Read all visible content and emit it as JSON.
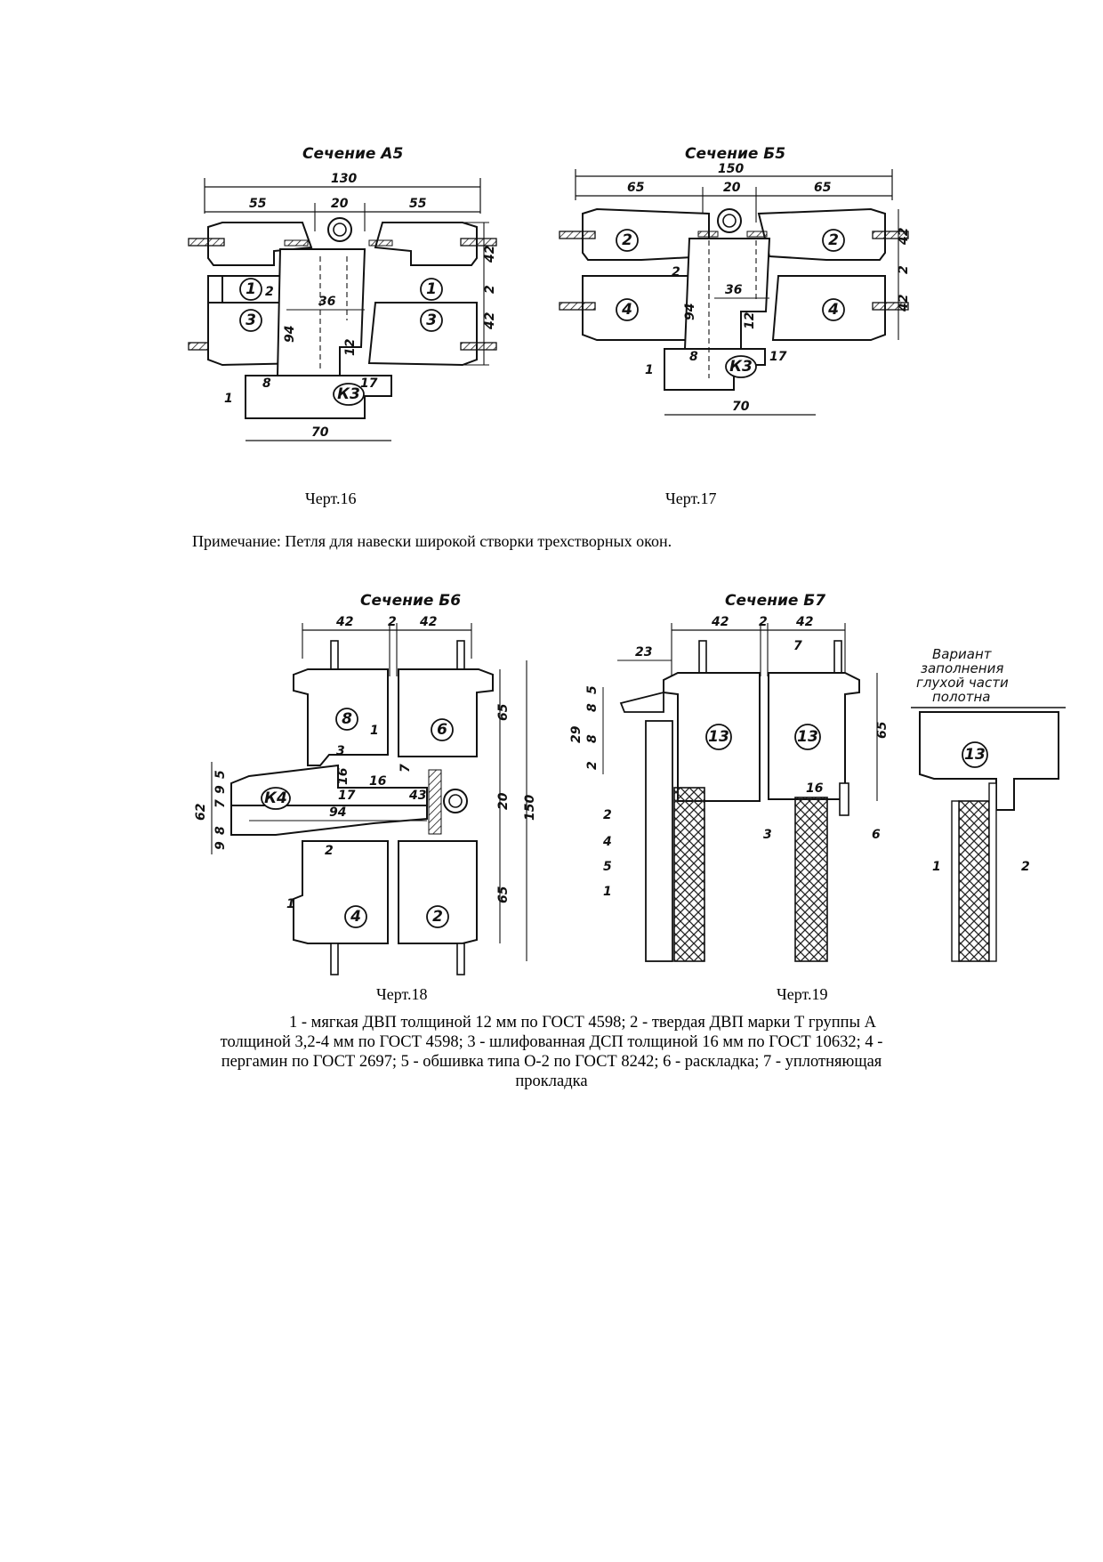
{
  "drawings": [
    {
      "title": "Сечение А5",
      "caption": "Черт.16",
      "dims": {
        "overall": "130",
        "left": "55",
        "mid": "20",
        "right": "55",
        "h_top": "42",
        "gap": "2",
        "h_bot": "42",
        "hinge": "36",
        "depth": "94",
        "small_gap": "2",
        "step": "12",
        "shoulder": "17",
        "lip": "8",
        "base": "70"
      },
      "callouts": [
        "1",
        "2",
        "3",
        "К3"
      ]
    },
    {
      "title": "Сечение Б5",
      "caption": "Черт.17",
      "dims": {
        "overall": "150",
        "left": "65",
        "mid": "20",
        "right": "65",
        "h_top": "42",
        "gap": "2",
        "h_bot": "42",
        "hinge": "36",
        "depth": "94",
        "small_gap": "2",
        "step": "12",
        "shoulder": "17",
        "lip": "8",
        "base": "70"
      },
      "callouts": [
        "1",
        "2",
        "4",
        "К3"
      ]
    },
    {
      "title": "Сечение Б6",
      "caption": "Черт.18",
      "dims": {
        "left": "42",
        "mid": "2",
        "right": "42",
        "h_top": "65",
        "h_mid": "20",
        "h_bot": "65",
        "h_total": "150",
        "side": "62",
        "a": "5",
        "b": "9",
        "c": "7",
        "d": "9",
        "e": "8",
        "inner16a": "16",
        "inner16b": "16",
        "inner17": "17",
        "inner43": "43",
        "inner94": "94",
        "inner3": "3",
        "inner1": "1",
        "inner7": "7"
      },
      "callouts": [
        "1",
        "2",
        "4",
        "6",
        "8",
        "К4"
      ]
    },
    {
      "title": "Сечение Б7",
      "caption": "Черт.19",
      "variant_note": [
        "Вариант",
        "заполнения",
        "глухой части",
        "полотна"
      ],
      "dims": {
        "left": "42",
        "mid": "2",
        "right": "42",
        "offset": "23",
        "top7": "7",
        "h65": "65",
        "a": "5",
        "b": "8",
        "c": "29",
        "d": "8",
        "e": "2",
        "w16": "16"
      },
      "callouts": [
        "1",
        "2",
        "3",
        "4",
        "5",
        "6",
        "13"
      ]
    }
  ],
  "note": "Примечание: Петля для навески широкой створки трехстворных окон.",
  "legend": [
    "1 - мягкая ДВП толщиной 12 мм по ГОСТ 4598; 2 - твердая ДВП марки Т группы А",
    "толщиной 3,2-4 мм по ГОСТ 4598; 3 - шлифованная ДСП толщиной 16 мм по ГОСТ 10632; 4 -",
    "пергамин по ГОСТ 2697; 5 - обшивка типа О-2 по ГОСТ 8242; 6 - раскладка; 7 - уплотняющая",
    "прокладка"
  ]
}
